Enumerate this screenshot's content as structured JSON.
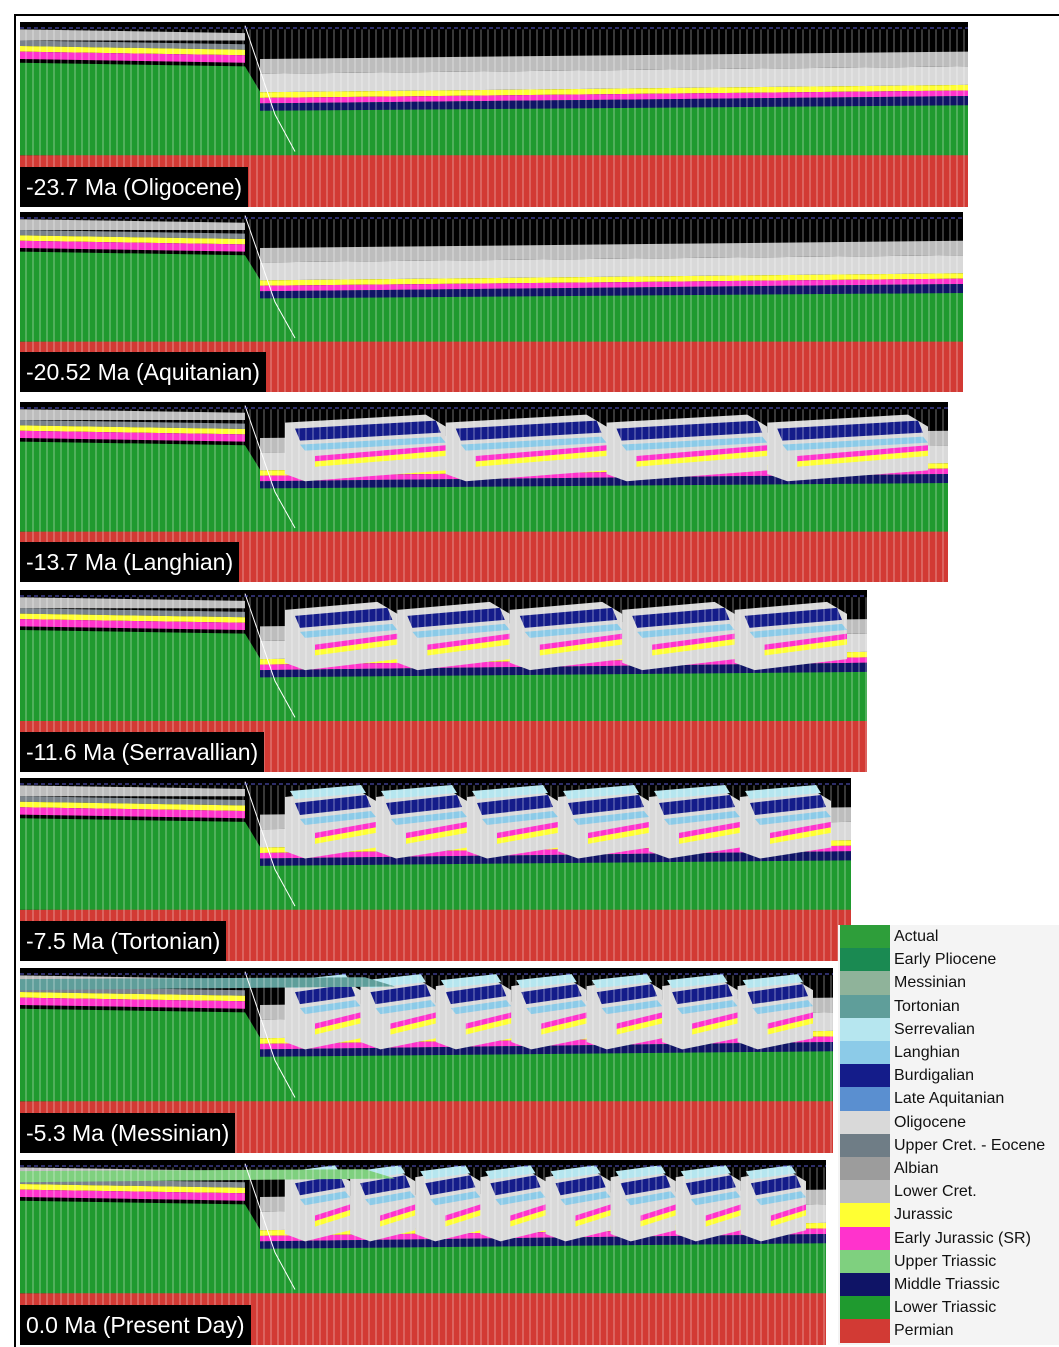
{
  "figure": {
    "panels": [
      {
        "label": "-23.7 Ma (Oligocene)",
        "stage": 0
      },
      {
        "label": "-20.52 Ma (Aquitanian)",
        "stage": 1
      },
      {
        "label": "-13.7 Ma (Langhian)",
        "stage": 2
      },
      {
        "label": "-11.6 Ma (Serravallian)",
        "stage": 3
      },
      {
        "label": "-7.5 Ma (Tortonian)",
        "stage": 4
      },
      {
        "label": "-5.3 Ma (Messinian)",
        "stage": 5
      },
      {
        "label": "0.0 Ma (Present Day)",
        "stage": 6
      }
    ]
  },
  "legend": {
    "items": [
      {
        "label": "Actual",
        "color": "#2e9e3a"
      },
      {
        "label": "Early Pliocene",
        "color": "#1a8a52"
      },
      {
        "label": "Messinian",
        "color": "#8fb39a"
      },
      {
        "label": "Tortonian",
        "color": "#5f9e9a"
      },
      {
        "label": "Serrevalian",
        "color": "#b6e6ef"
      },
      {
        "label": "Langhian",
        "color": "#8ccbe8"
      },
      {
        "label": "Burdigalian",
        "color": "#141c8a"
      },
      {
        "label": "Late Aquitanian",
        "color": "#5a8fd0"
      },
      {
        "label": "Oligocene",
        "color": "#d9d9d9"
      },
      {
        "label": "Upper Cret. - Eocene",
        "color": "#6f7d86"
      },
      {
        "label": "Albian",
        "color": "#9c9c9c"
      },
      {
        "label": "Lower Cret.",
        "color": "#bdbdbd"
      },
      {
        "label": "Jurassic",
        "color": "#ffff33"
      },
      {
        "label": "Early Jurassic (SR)",
        "color": "#ff33cc"
      },
      {
        "label": "Upper Triassic",
        "color": "#7fd07f"
      },
      {
        "label": "Middle Triassic",
        "color": "#0f1466"
      },
      {
        "label": "Lower Triassic",
        "color": "#1f9a2f"
      },
      {
        "label": "Permian",
        "color": "#d23a34"
      }
    ]
  }
}
